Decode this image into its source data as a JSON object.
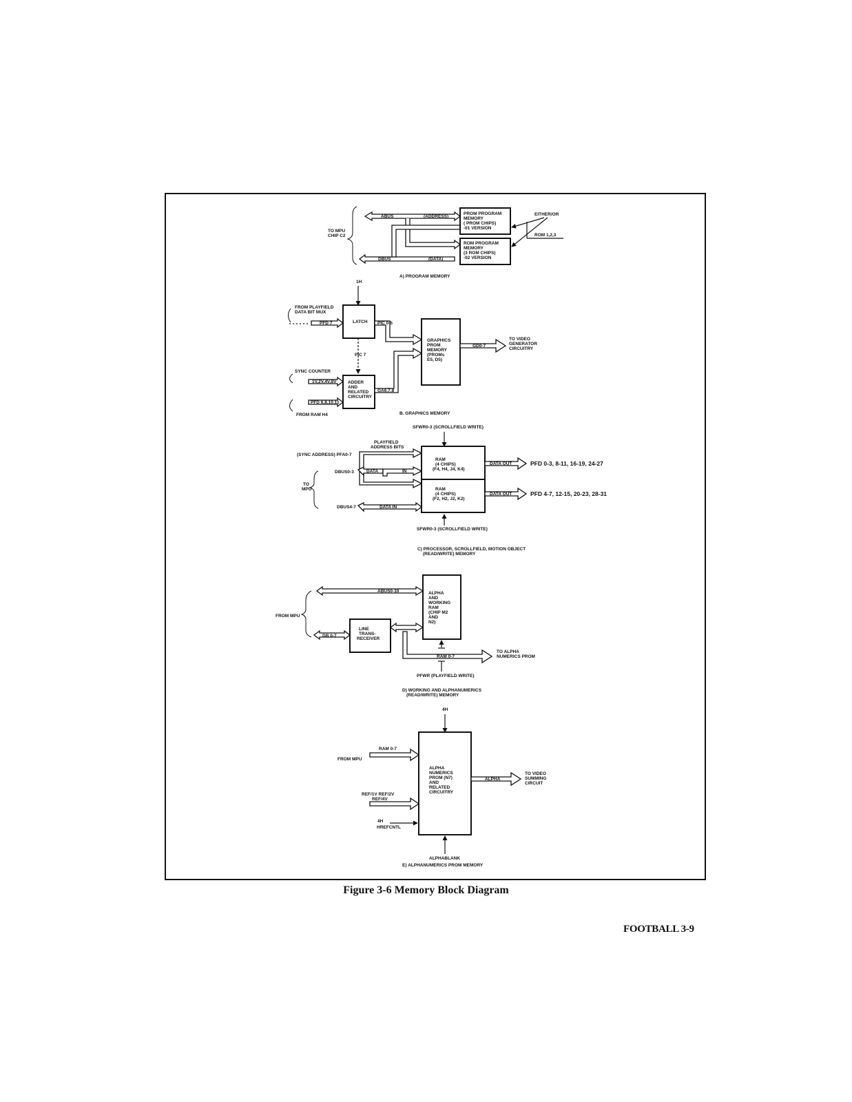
{
  "figure": {
    "caption": "Figure 3-6   Memory Block Diagram",
    "footer": "FOOTBALL  3-9"
  },
  "section_a": {
    "caption": "A) PROGRAM MEMORY",
    "side_label_1": "TO MPU",
    "side_label_2": "CHIP C2",
    "abus": "ABUS",
    "address": "(ADDRESS)",
    "dbus": "DBUS",
    "data": "(DATA)",
    "either_or": "EITHER/OR",
    "rom_select": "ROM 1,2,3",
    "prom_box": [
      "PROM PROGRAM",
      "MEMORY",
      "( PROM CHIPS)",
      "-01 VERSION"
    ],
    "rom_box": [
      "ROM PROGRAM",
      "MEMORY",
      "(3 ROM CHIPS)",
      "-02 VERSION"
    ]
  },
  "section_b": {
    "caption": "B. GRAPHICS MEMORY",
    "top_input": "1H",
    "playfield_src": [
      "FROM PLAYFIELD",
      "DATA BIT MUX"
    ],
    "pfd_in": "PFD 7",
    "latch": "LATCH",
    "pic_out": "PIC 0-5",
    "pic7": "PIC 7",
    "sync_counter": "SYNC COUNTER",
    "sync_bits": "1V,2V,4V,8V",
    "pfd_bits": "PFD 6,8,10,11",
    "from_ram": "FROM RAM H4",
    "adder_box": [
      "ADDER",
      "AND",
      "RELATED",
      "CIRCUITRY"
    ],
    "ga_out": "GA6,7,8",
    "prom_box": [
      "GRAPHICS",
      "PROM",
      "MEMORY",
      "(PROMs",
      "E5, D5)"
    ],
    "gd_out": "GD0-7",
    "dest": [
      "TO VIDEO",
      "GENERATOR",
      "CIRCUITRY"
    ]
  },
  "section_c": {
    "caption": [
      "C) PROCESSOR, SCROLLFIELD, MOTION OBJECT",
      "(READ/WRITE) MEMORY"
    ],
    "top_write": "SFWR0-3 (SCROLLFIELD WRITE)",
    "bottom_write": "SFWR0-3 (SCROLLFIELD WRITE)",
    "pf_address": [
      "PLAYFIELD",
      "ADDRESS BITS"
    ],
    "sync_address": "(SYNC ADDRESS) PFA0-7",
    "side_label": [
      "TO",
      "MPU"
    ],
    "dbus_lo": "DBUS0-3",
    "data_lo": "DATA",
    "in_lo": "IN",
    "dbus_hi": "DBUS4-7",
    "data_hi": "DATA IN",
    "ram_top": [
      "RAM",
      "(4 CHIPS)",
      "(F4, H4, J4, K4)"
    ],
    "ram_bottom": [
      "RAM",
      "(4 CHIPS)",
      "(F2, H2, J2, K2)"
    ],
    "out_top": "DATA OUT",
    "out_bottom": "DATA OUT",
    "pfd_top": "PFD 0-3, 8-11, 16-19, 24-27",
    "pfd_bottom": "PFD 4-7, 12-15, 20-23, 28-31"
  },
  "section_d": {
    "caption": [
      "D) WORKING AND ALPHANUMERICS",
      "(READ/WRITE) MEMORY"
    ],
    "side_label": "FROM MPU",
    "abus": "ABUS0-10",
    "db": "DB 0-7",
    "trans_box": [
      "LINE",
      "TRANS-",
      "RECEIVER"
    ],
    "ram_box": [
      "ALPHA",
      "AND",
      "WORKING",
      "RAM",
      "(CHIP M2",
      "AND",
      "N2)"
    ],
    "ram_out": "RAM 0-7",
    "dest": [
      "TO ALPHA",
      "NUMERICS PROM"
    ],
    "write": "PFWR (PLAYFIELD WRITE)"
  },
  "section_e": {
    "caption": "E) ALPHANUMERICS PROM MEMORY",
    "top_input": "4H",
    "from_mpu": "FROM MPU",
    "ram_in": "RAM 0-7",
    "ref_in": [
      "REF/1V  REF/2V",
      "REF/4V"
    ],
    "h4_in": "4H",
    "hrefcntl": "HREFCNTL",
    "box": [
      "ALPHA",
      "NUMERICS",
      "PROM (N7)",
      "AND",
      "RELATED",
      "CIRCUITRY"
    ],
    "out": "ALPHA",
    "dest": [
      "TO VIDEO",
      "SUMMING",
      "CIRCUIT"
    ],
    "bottom_input": "ALPHABLANK"
  }
}
